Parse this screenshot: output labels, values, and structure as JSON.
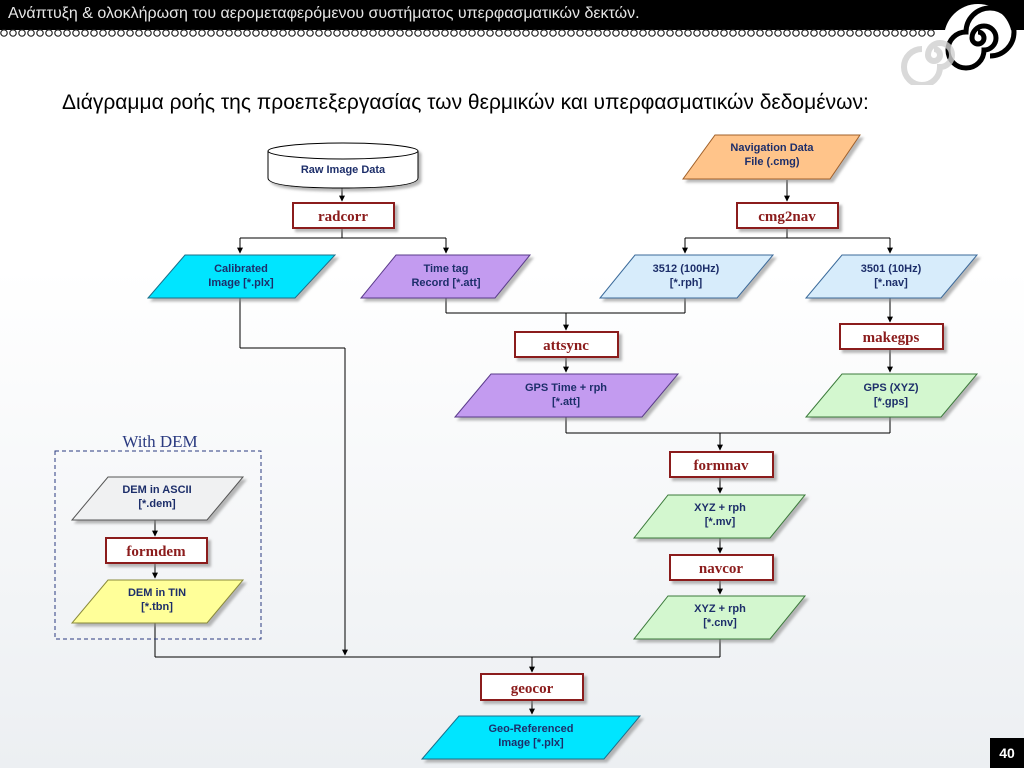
{
  "header": {
    "title": "Ανάπτυξη & ολοκλήρωση του αερομεταφερόμενου συστήματος υπερφασματικών δεκτών."
  },
  "heading": {
    "text": "Διάγραμμα ροής της προεπεξεργασίας των θερμικών και υπερφασματικών δεδομένων:"
  },
  "diagram": {
    "nodes": {
      "raw_image": {
        "lines": [
          "Raw Image Data"
        ]
      },
      "radcorr": {
        "label": "radcorr"
      },
      "calibrated": {
        "lines": [
          "Calibrated",
          "Image [*.plx]"
        ]
      },
      "timetag": {
        "lines": [
          "Time tag",
          "Record [*.att]"
        ]
      },
      "navfile": {
        "lines": [
          "Navigation Data",
          "File  (.cmg)"
        ]
      },
      "cmg2nav": {
        "label": "cmg2nav"
      },
      "rph3512": {
        "lines": [
          "3512 (100Hz)",
          "[*.rph]"
        ]
      },
      "nav3501": {
        "lines": [
          "3501 (10Hz)",
          "[*.nav]"
        ]
      },
      "attsync": {
        "label": "attsync"
      },
      "gpstime": {
        "lines": [
          "GPS Time + rph",
          "[*.att]"
        ]
      },
      "makegps": {
        "label": "makegps"
      },
      "gpsxyz": {
        "lines": [
          "GPS (XYZ)",
          "[*.gps]"
        ]
      },
      "formnav": {
        "label": "formnav"
      },
      "xyzmv": {
        "lines": [
          "XYZ + rph",
          "[*.mv]"
        ]
      },
      "navcor": {
        "label": "navcor"
      },
      "xyzcnv": {
        "lines": [
          "XYZ + rph",
          "[*.cnv]"
        ]
      },
      "demascii": {
        "lines": [
          "DEM in ASCII",
          "[*.dem]"
        ]
      },
      "formdem": {
        "label": "formdem"
      },
      "demtin": {
        "lines": [
          "DEM in TIN",
          "[*.tbn]"
        ]
      },
      "geocor": {
        "label": "geocor"
      },
      "georef": {
        "lines": [
          "Geo-Referenced",
          "Image [*.plx]"
        ]
      }
    },
    "group_label": "With DEM"
  },
  "colors": {
    "cyan": "#00e5ff",
    "purple": "#c39bf0",
    "light_blue": "#d7ecfb",
    "light_green": "#d3f7cf",
    "orange": "#ffc48a",
    "yellow": "#ffff99",
    "process_border": "#8b1a1a",
    "group_border": "#2a3a80"
  },
  "page_number": "40"
}
